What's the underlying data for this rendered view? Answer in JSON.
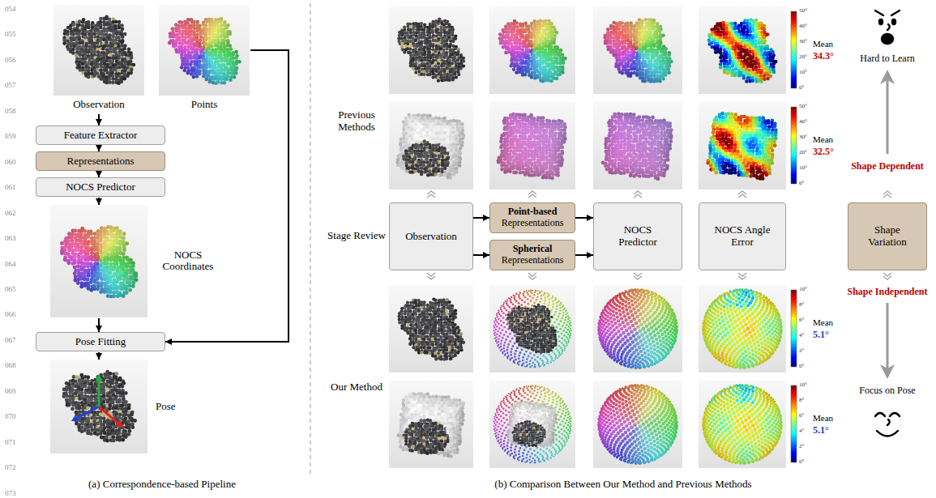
{
  "diagram": {
    "nodes": [
      {
        "text": [
          "Observation"
        ]
      },
      {
        "text": [
          "Points"
        ]
      },
      {
        "text": [
          "Feature Extractor"
        ]
      },
      {
        "text": [
          "Representations"
        ]
      },
      {
        "text": [
          "NOCS Predictor"
        ]
      },
      {
        "text": [
          "NOCS Coordinates"
        ]
      },
      {
        "text": [
          "Pose Fitting"
        ]
      },
      {
        "text": [
          "Pose"
        ]
      },
      {
        "text": [
          "Observation"
        ]
      },
      {
        "text": [
          "Point-based",
          "Representations"
        ]
      },
      {
        "text": [
          "Spherical",
          "Representations"
        ]
      },
      {
        "text": [
          "NOCS Predictor"
        ]
      },
      {
        "text": [
          "NOCS Angle Error"
        ]
      },
      {
        "text": [
          "Shape Variation"
        ]
      }
    ],
    "edges": [
      {
        "from": 0,
        "to": 2,
        "arrow": "to"
      },
      {
        "from": 2,
        "to": 3,
        "arrow": "to"
      },
      {
        "from": 3,
        "to": 4,
        "arrow": "to"
      },
      {
        "from": 4,
        "to": 5,
        "arrow": "to"
      },
      {
        "from": 5,
        "to": 6,
        "arrow": "to"
      },
      {
        "from": 1,
        "to": 6,
        "arrow": "to"
      },
      {
        "from": 6,
        "to": 7,
        "arrow": "to"
      },
      {
        "from": 8,
        "to": 9,
        "arrow": "to"
      },
      {
        "from": 8,
        "to": 10,
        "arrow": "to"
      },
      {
        "from": 9,
        "to": 11,
        "arrow": "to"
      },
      {
        "from": 10,
        "to": 11,
        "arrow": "to"
      }
    ],
    "labels": [
      "054",
      "055",
      "056",
      "057",
      "058",
      "059",
      "060",
      "061",
      "062",
      "063",
      "064",
      "065",
      "066",
      "067",
      "068",
      "069",
      "070",
      "071",
      "072",
      "073",
      "Previous Methods",
      "Stage Review",
      "Our Method",
      "50°",
      "40°",
      "30°",
      "20°",
      "10°",
      "0°",
      "Mean",
      "34.3°",
      "50°",
      "40°",
      "30°",
      "20°",
      "10°",
      "0°",
      "Mean",
      "32.5°",
      "10°",
      "8°",
      "6°",
      "4°",
      "2°",
      "0°",
      "Mean",
      "5.1°",
      "10°",
      "8°",
      "6°",
      "4°",
      "2°",
      "0°",
      "Mean",
      "5.1°",
      "Hard to Learn",
      "Shape Dependent",
      "Shape Independent",
      "Focus on Pose",
      "(a) Correspondence-based Pipeline",
      "(b) Comparison Between Our Method and Previous Methods"
    ]
  }
}
